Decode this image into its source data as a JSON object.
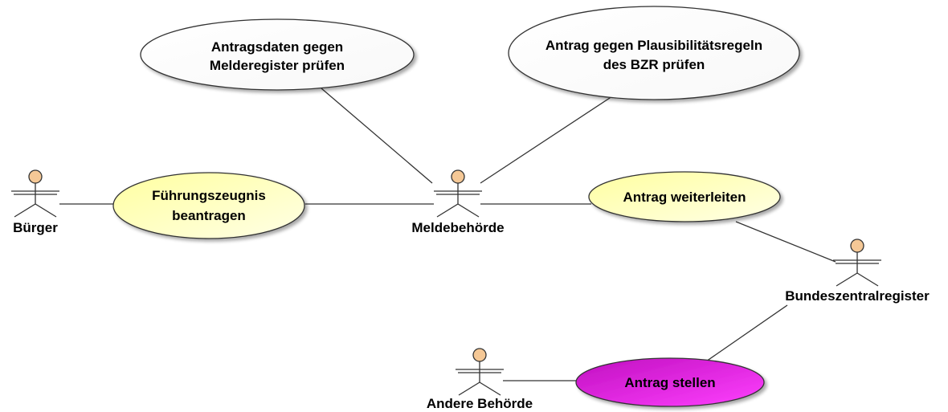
{
  "actors": {
    "buerger": "Bürger",
    "meldebehoerde": "Meldebehörde",
    "bundeszentralregister": "Bundeszentralregister",
    "andere_behoerde": "Andere Behörde"
  },
  "use_cases": {
    "antragsdaten_pruefen": [
      "Antragsdaten gegen",
      "Melderegister prüfen"
    ],
    "plausibilitaet_pruefen": [
      "Antrag gegen Plausibilitätsregeln",
      "des BZR prüfen"
    ],
    "fuehrungszeugnis_beantragen": [
      "Führungszeugnis",
      "beantragen"
    ],
    "antrag_weiterleiten": [
      "Antrag weiterleiten"
    ],
    "antrag_stellen": [
      "Antrag stellen"
    ]
  },
  "colors": {
    "neutral_case": "#ffffff",
    "main_case": "#ffffb4",
    "other_case": "#e61ee6",
    "actor_head": "#f5c896",
    "line": "#333333"
  }
}
